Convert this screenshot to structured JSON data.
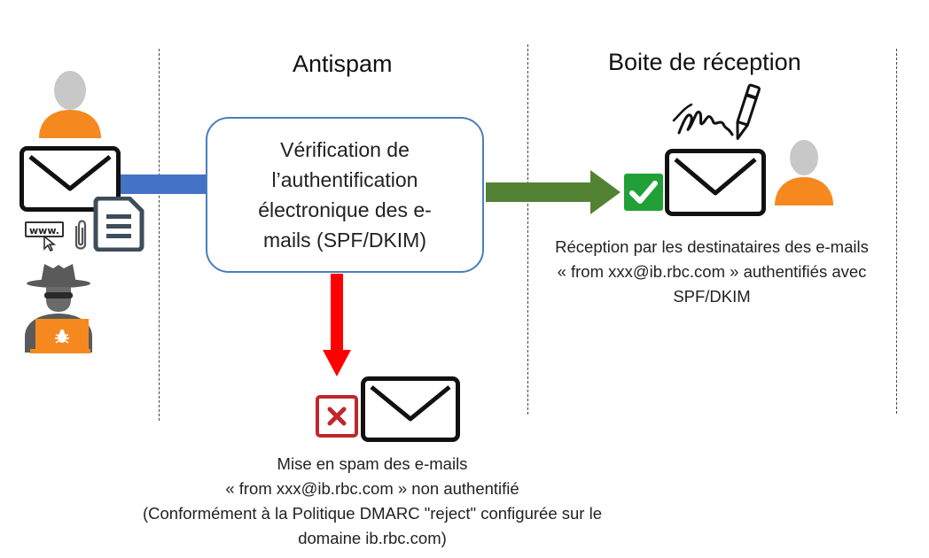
{
  "columns": {
    "antispam": {
      "title": "Antispam"
    },
    "inbox": {
      "title": "Boite de réception"
    }
  },
  "verification_box": {
    "lines": [
      "Vérification de",
      "l’authentification",
      "électronique des e-",
      "mails (SPF/DKIM)"
    ]
  },
  "accepted_caption": {
    "lines": [
      "Réception par les destinataires des e-mails",
      "« from xxx@ib.rbc.com » authentifiés avec",
      "SPF/DKIM"
    ]
  },
  "rejected_caption": {
    "lines": [
      "Mise en spam des e-mails",
      "« from xxx@ib.rbc.com »  non authentifié",
      "(Conformément à la Politique DMARC \"reject\" configurée sur le",
      "domaine ib.rbc.com)"
    ]
  },
  "sender_icons": {
    "www_label": "www."
  },
  "colors": {
    "user_orange": "#f5891f",
    "user_gray": "#c8c8c8",
    "box_border": "#4a7ebb",
    "blue_connector": "#4472c4",
    "green_arrow": "#548235",
    "red_arrow": "#ff0000",
    "check_green": "#21a038",
    "reject_red": "#c0272d"
  },
  "icons": [
    "user-icon",
    "envelope-icon",
    "www-pointer-icon",
    "paperclip-icon",
    "document-icon",
    "hacker-icon",
    "bug-icon",
    "signature-pen-icon",
    "checkmark-icon",
    "reject-x-icon",
    "recipient-user-icon"
  ]
}
